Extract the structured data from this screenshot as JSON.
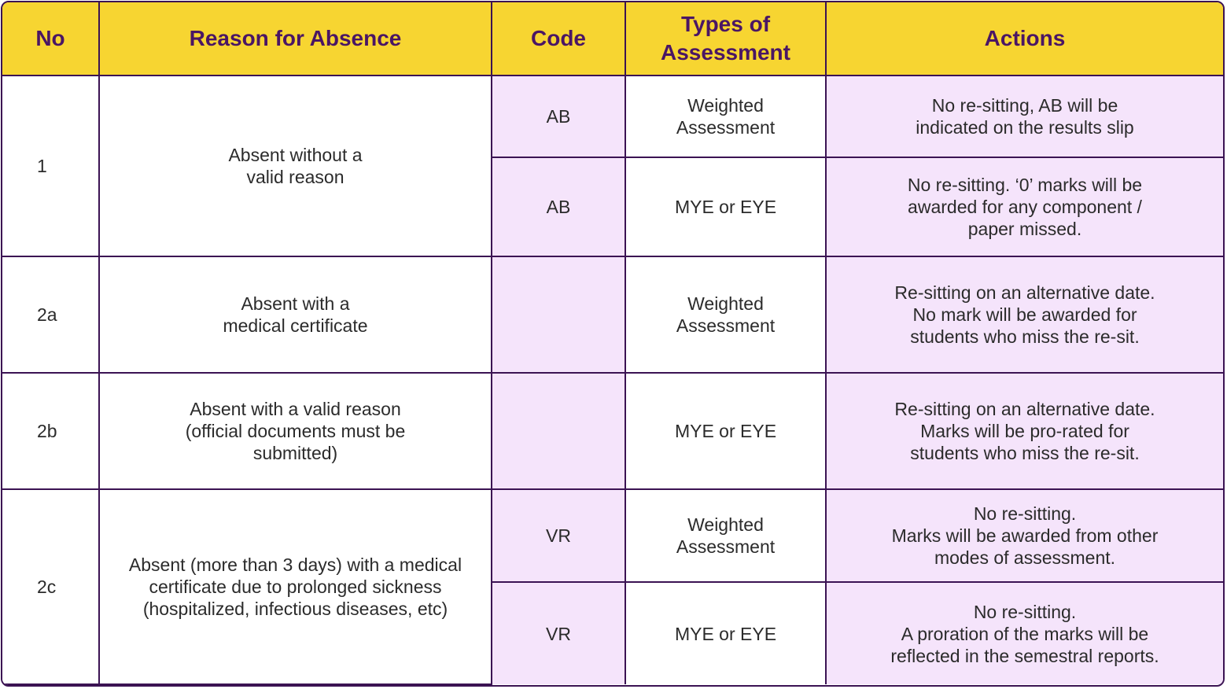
{
  "headers": {
    "no": "No",
    "reason": "Reason for Absence",
    "code": "Code",
    "type": "Types of\nAssessment",
    "actions": "Actions"
  },
  "rows": [
    {
      "no": "1",
      "reason": "Absent without a\nvalid reason",
      "sub": [
        {
          "code": "AB",
          "type": "Weighted\nAssessment",
          "action": "No re-sitting, AB will be\nindicated on the results slip"
        },
        {
          "code": "AB",
          "type": "MYE or EYE",
          "action": "No re-sitting. ‘0’ marks will be\nawarded for any component /\npaper missed."
        }
      ]
    },
    {
      "no": "2a",
      "reason": "Absent with a\nmedical certificate",
      "sub": [
        {
          "code": "",
          "type": "Weighted\nAssessment",
          "action": "Re-sitting on an alternative date.\nNo mark will be awarded for\nstudents who miss the re-sit."
        }
      ]
    },
    {
      "no": "2b",
      "reason": "Absent with a valid reason\n(official documents must be\nsubmitted)",
      "sub": [
        {
          "code": "",
          "type": "MYE or EYE",
          "action": "Re-sitting on an alternative date.\nMarks will be pro-rated for\nstudents who miss the re-sit."
        }
      ]
    },
    {
      "no": "2c",
      "reason": "Absent (more than 3 days) with a medical\ncertificate due to prolonged sickness\n(hospitalized, infectious diseases, etc)",
      "sub": [
        {
          "code": "VR",
          "type": "Weighted\nAssessment",
          "action": "No re-sitting.\nMarks will be awarded from other\nmodes of assessment."
        },
        {
          "code": "VR",
          "type": "MYE or EYE",
          "action": "No re-sitting.\nA proration of the marks will be\nreflected in the semestral reports."
        }
      ]
    }
  ],
  "colors": {
    "header_bg": "#f7d531",
    "header_text": "#4a1664",
    "border": "#3b1353",
    "lilac_cell": "#f5e4fb",
    "body_text": "#2b2b2b"
  }
}
